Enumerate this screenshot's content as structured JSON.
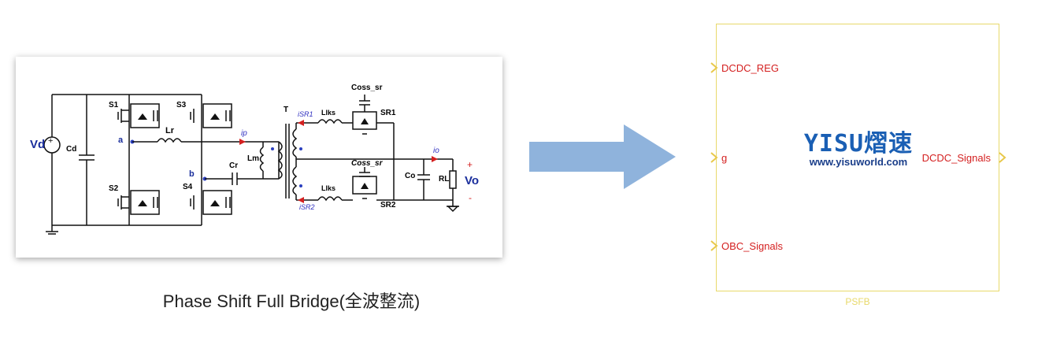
{
  "circuit": {
    "labels": {
      "vd": "Vd",
      "cd": "Cd",
      "s1": "S1",
      "s2": "S2",
      "s3": "S3",
      "s4": "S4",
      "lr": "Lr",
      "a": "a",
      "b": "b",
      "cr": "Cr",
      "ip": "ip",
      "lm": "Lm",
      "t": "T",
      "isr1": "iSR1",
      "isr2": "iSR2",
      "llks1": "Llks",
      "llks2": "Llks",
      "coss1": "Coss_sr",
      "coss2": "Coss_sr",
      "sr1": "SR1",
      "sr2": "SR2",
      "io": "io",
      "co": "Co",
      "rl": "RL",
      "plus": "+",
      "vo": "Vo",
      "minus": "-"
    },
    "caption": "Phase Shift Full Bridge(全波整流)"
  },
  "block": {
    "inputs": [
      "DCDC_REG",
      "g",
      "OBC_Signals"
    ],
    "output": "DCDC_Signals",
    "name": "PSFB",
    "logo_text": "YISU熠速",
    "logo_url": "www.yisuworld.com"
  },
  "colors": {
    "arrow": "#8fb3dc",
    "block_border": "#e8d96a",
    "port_text": "#d42020",
    "current_arrow": "#d42020",
    "current_label": "#3030c0"
  }
}
